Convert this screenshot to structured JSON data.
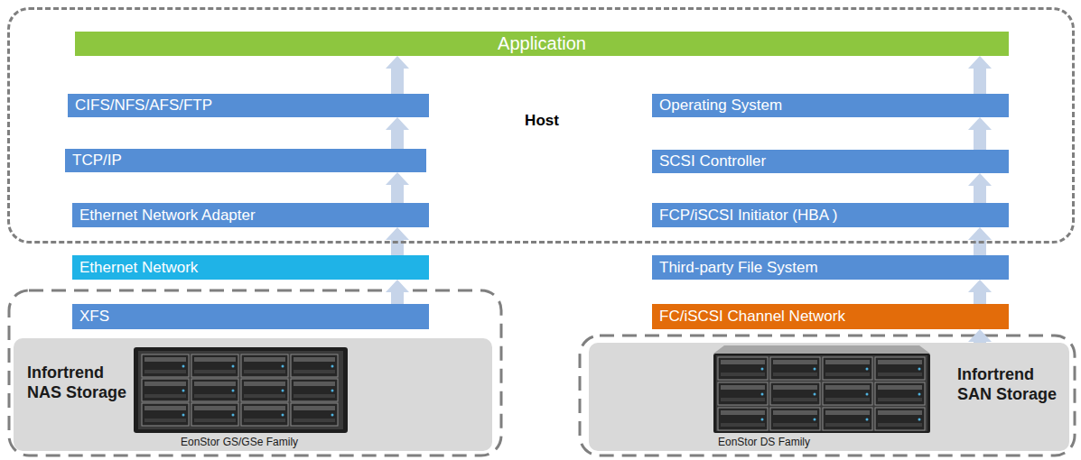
{
  "diagram": {
    "nodes": [
      {
        "text": [
          "Host"
        ]
      },
      {
        "text": [
          "Application"
        ],
        "in": 0
      },
      {
        "text": [
          "CIFS/NFS/AFS/FTP"
        ],
        "in": 0
      },
      {
        "text": [
          "Operating System"
        ],
        "in": 0
      },
      {
        "text": [
          "TCP/IP"
        ],
        "in": 0
      },
      {
        "text": [
          "SCSI Controller"
        ],
        "in": 0
      },
      {
        "text": [
          "Ethernet Network Adapter"
        ],
        "in": 0
      },
      {
        "text": [
          "FCP/iSCSI Initiator (HBA )"
        ],
        "in": 0
      },
      {
        "text": [
          "Ethernet Network"
        ]
      },
      {
        "text": [
          "Third-party File System"
        ]
      },
      {
        "text": [
          "XFS"
        ]
      },
      {
        "text": [
          "FC/iSCSI Channel Network"
        ]
      },
      {
        "text": [
          "Infortrend NAS Storage",
          "EonStor GS/GSe Family"
        ]
      },
      {
        "text": [
          "Infortrend SAN Storage",
          "EonStor DS Family"
        ]
      }
    ],
    "edges": [
      {
        "from": 10,
        "to": 8,
        "arrow": "to"
      },
      {
        "from": 8,
        "to": 6,
        "arrow": "to"
      },
      {
        "from": 6,
        "to": 4,
        "arrow": "to"
      },
      {
        "from": 4,
        "to": 2,
        "arrow": "to"
      },
      {
        "from": 2,
        "to": 1,
        "arrow": "to"
      },
      {
        "from": 13,
        "to": 11,
        "arrow": "to"
      },
      {
        "from": 11,
        "to": 9,
        "arrow": "to"
      },
      {
        "from": 9,
        "to": 7,
        "arrow": "to"
      },
      {
        "from": 7,
        "to": 5,
        "arrow": "to"
      },
      {
        "from": 5,
        "to": 3,
        "arrow": "to"
      },
      {
        "from": 3,
        "to": 1,
        "arrow": "to"
      }
    ]
  }
}
